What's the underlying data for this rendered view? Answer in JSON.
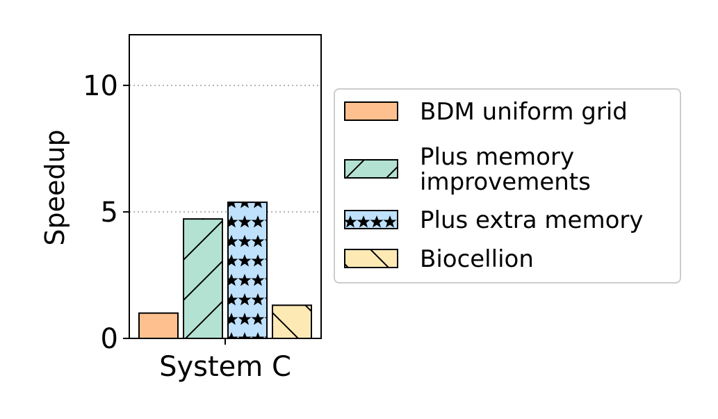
{
  "chart_data": {
    "type": "bar",
    "categories": [
      "System C"
    ],
    "ylabel": "Speedup",
    "xlabel": "",
    "ylim": [
      0,
      12
    ],
    "yticks": [
      0,
      5,
      10
    ],
    "grid": "y-dotted",
    "legend_position": "right",
    "series": [
      {
        "name": "BDM uniform grid",
        "values": [
          1.0
        ],
        "color": "#ffc08f",
        "hatch": "none"
      },
      {
        "name": "Plus memory\nimprovements",
        "values": [
          4.72
        ],
        "color": "#b3e2d2",
        "hatch": "diagonal-forward",
        "error": [
          0.03
        ]
      },
      {
        "name": "Plus extra memory",
        "values": [
          5.38
        ],
        "color": "#bfe1fb",
        "hatch": "stars"
      },
      {
        "name": "Biocellion",
        "values": [
          1.31
        ],
        "color": "#fde9b4",
        "hatch": "diagonal-back"
      }
    ]
  }
}
